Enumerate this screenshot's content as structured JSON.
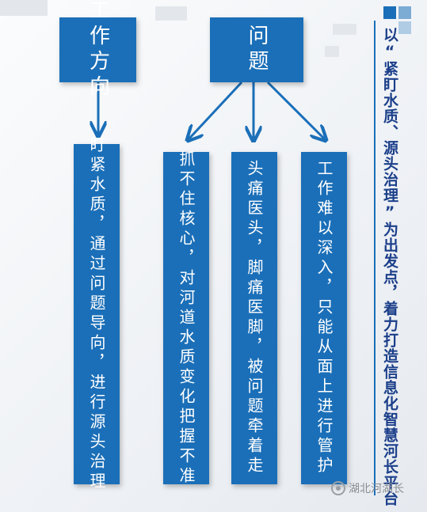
{
  "title": "以“紧盯水质、源头治理”为出发点，着力打造信息化智慧河长平台",
  "colors": {
    "box": "#1b6fb8",
    "title_text": "#1b3f8a",
    "arrow": "#1b6fb8"
  },
  "work_direction": {
    "label": "工作方向",
    "detail": "盯紧水质，通过问题导向，进行源头治理"
  },
  "problem": {
    "label": "问题",
    "items": [
      "抓不住核心，对河道水质变化把握不准",
      "头痛医头，脚痛医脚，被问题牵着走",
      "工作难以深入，只能从面上进行管护"
    ]
  },
  "watermark": {
    "icon": "wechat-icon",
    "text": "湖北河湖长"
  }
}
